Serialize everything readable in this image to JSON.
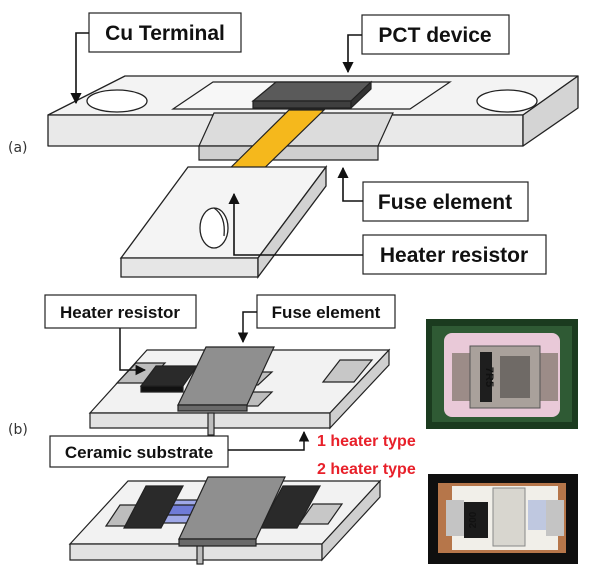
{
  "panels": {
    "a": {
      "label": "(a)"
    },
    "b": {
      "label": "(b)"
    }
  },
  "callouts_a": {
    "cu_terminal": "Cu Terminal",
    "pct_device": "PCT device",
    "fuse_element": "Fuse element",
    "heater_resistor": "Heater resistor"
  },
  "callouts_b": {
    "heater_resistor": "Heater resistor",
    "fuse_element": "Fuse element",
    "ceramic_substrate": "Ceramic substrate"
  },
  "types": {
    "one_heater": "1 heater type",
    "two_heater": "2 heater type"
  },
  "photos": {
    "top_marking": "7R5",
    "bottom_marking": "200"
  },
  "colors": {
    "fuse_yellow": "#f5b81c",
    "pct_dark": "#5a5a5a",
    "type_label_red": "#e8202a",
    "heater_dark": "#2a2a2a",
    "ceramic_light": "#f2f2f2"
  }
}
